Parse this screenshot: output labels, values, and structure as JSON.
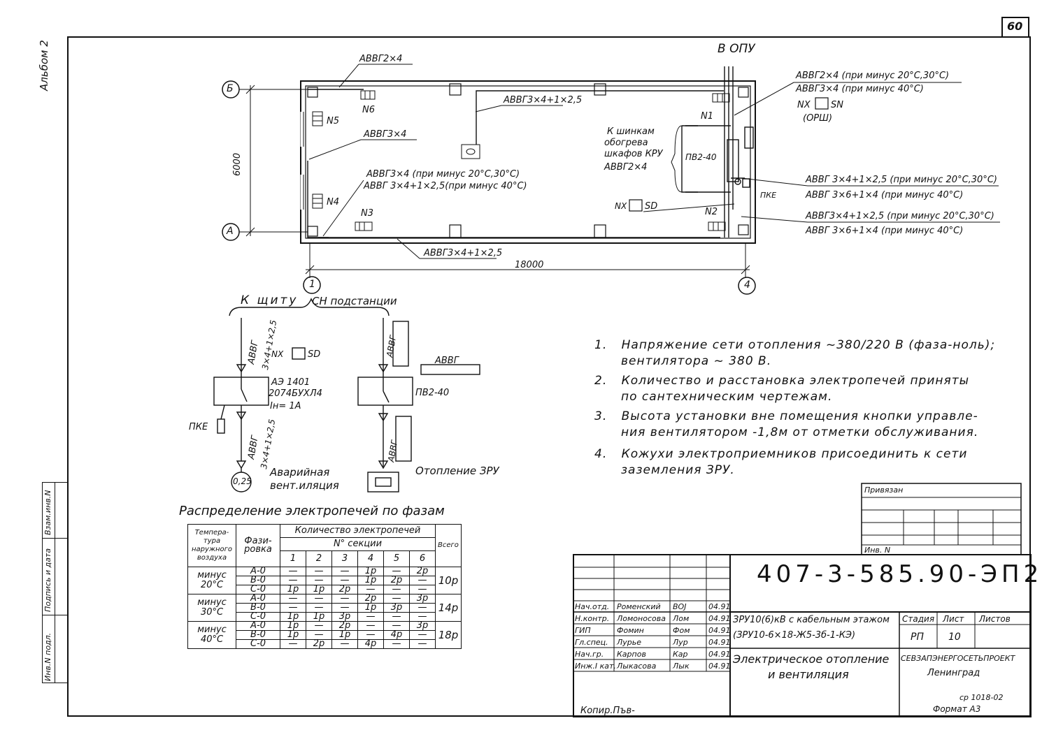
{
  "sheet_number": "60",
  "album_label": "Альбом 2",
  "top_label": "В ОПУ",
  "plan": {
    "axis_b": "Б",
    "axis_a": "А",
    "axis_1": "1",
    "axis_4": "4",
    "dim_height": "6000",
    "dim_width": "18000",
    "n1": "N1",
    "n2": "N2",
    "n3": "N3",
    "n4": "N4",
    "n5": "N5",
    "n6": "N6",
    "cable_top_left": "АВВГ2×4",
    "cable_center": "АВВГ3×4+1×2,5",
    "cable_left_mid": "АВВГ3×4",
    "cable_lower_1": "АВВГ3×4 (при минус 20°С,30°С)",
    "cable_lower_2": "АВВГ 3×4+1×2,5(при минус 40°С)",
    "cable_bottom": "АВВГ3×4+1×2,5",
    "heater_note_1": "К шинкам",
    "heater_note_2": "обогрева",
    "heater_note_3": "шкафов КРУ",
    "heater_note_4": "АВВГ2×4",
    "pv": "ПВ2-40",
    "nx_sd": "NX",
    "sd": "SD",
    "right_1a": "АВВГ2×4 (при минус 20°С,30°С)",
    "right_1b": "АВВГ3×4 (при минус 40°С)",
    "right_nx": "NX",
    "right_sn": "SN",
    "right_opsh": "(ОРШ)",
    "right_2a": "АВВГ 3×4+1×2,5 (при минус 20°С,30°С)",
    "right_2b": "АВВГ 3×6+1×4 (при минус 40°С)",
    "right_pke": "ПКЕ",
    "right_3a": "АВВГ3×4+1×2,5 (при минус 20°С,30°С)",
    "right_3b": "АВВГ 3×6+1×4 (при минус 40°С)"
  },
  "schematic": {
    "header_1": "К щиту",
    "header_2": "СН подстанции",
    "cable_a1": "АВВГ",
    "cable_a2": "3×4+1×2,5",
    "nx": "NX",
    "sd": "SD",
    "breaker_1": "АЭ 1401",
    "breaker_2": "2074БУХЛ4",
    "breaker_3": "Iн= 1А",
    "pke": "ПКЕ",
    "cable_b1": "АВВГ",
    "cable_b2": "3×4+1×2,5",
    "vent_1": "Аварийная",
    "vent_2": "вент.иляция",
    "motor": "0,25",
    "right_cable_top": "АВВГ",
    "right_box_label": "АВВГ",
    "pv": "ПВ2-40",
    "right_cable_bottom": "АВВГ",
    "heating": "Отопление ЗРУ"
  },
  "notes": [
    {
      "n": "1.",
      "l1": "Напряжение сети отопления ~380/220 В (фаза-ноль);",
      "l2": "вентилятора ~ 380 В."
    },
    {
      "n": "2.",
      "l1": "Количество и расстановка электропечей приняты",
      "l2": "по сантехническим чертежам."
    },
    {
      "n": "3.",
      "l1": "Высота установки вне помещения кнопки управле-",
      "l2": "ния вентилятором -1,8м от отметки обслуживания."
    },
    {
      "n": "4.",
      "l1": "Кожухи электроприемников присоединить к сети",
      "l2": "заземления ЗРУ."
    }
  ],
  "table": {
    "title": "Распределение электропечей по фазам",
    "h_temp": "Темпера-тура наружного воздуха",
    "h_phase": "Фази-ровка",
    "h_count": "Количество электропечей",
    "h_section": "N° секции",
    "h_total": "Всего",
    "sections": [
      "1",
      "2",
      "3",
      "4",
      "5",
      "6"
    ],
    "groups": [
      {
        "temp": "минус 20°С",
        "total": "10р",
        "rows": [
          {
            "phase": "А-0",
            "cells": [
              "—",
              "—",
              "—",
              "1р",
              "—",
              "2р"
            ]
          },
          {
            "phase": "В-0",
            "cells": [
              "—",
              "—",
              "—",
              "1р",
              "2р",
              "—"
            ]
          },
          {
            "phase": "С-0",
            "cells": [
              "1р",
              "1р",
              "2р",
              "—",
              "—",
              "—"
            ]
          }
        ]
      },
      {
        "temp": "минус 30°С",
        "total": "14р",
        "rows": [
          {
            "phase": "А-0",
            "cells": [
              "—",
              "—",
              "—",
              "2р",
              "—",
              "3р"
            ]
          },
          {
            "phase": "В-0",
            "cells": [
              "—",
              "—",
              "—",
              "1р",
              "3р",
              "—"
            ]
          },
          {
            "phase": "С-0",
            "cells": [
              "1р",
              "1р",
              "3р",
              "—",
              "—",
              "—"
            ]
          }
        ]
      },
      {
        "temp": "минус 40°С",
        "total": "18р",
        "rows": [
          {
            "phase": "А-0",
            "cells": [
              "1р",
              "—",
              "2р",
              "—",
              "—",
              "3р"
            ]
          },
          {
            "phase": "В-0",
            "cells": [
              "1р",
              "—",
              "1р",
              "—",
              "4р",
              "—"
            ]
          },
          {
            "phase": "С-0",
            "cells": [
              "—",
              "2р",
              "—",
              "4р",
              "—",
              "—"
            ]
          }
        ]
      }
    ]
  },
  "title_block": {
    "privyazan": "Привязан",
    "inv": "Инв. N",
    "doc_code": "407-3-585.90-ЭП2",
    "desc_1": "ЗРУ10(6)кВ с кабельным этажом",
    "desc_2": "(ЗРУ10-6×18-Ж5-3б-1-КЭ)",
    "title_1": "Электрическое отопление",
    "title_2": "и вентиляция",
    "stage_h": "Стадия",
    "sheet_h": "Лист",
    "sheets_h": "Листов",
    "stage": "РП",
    "sheet": "10",
    "org_1": "СЕВЗАПЭНЕРГОСЕТЬПРОЕКТ",
    "org_2": "Ленинград",
    "staff": [
      {
        "role": "Нач.отд.",
        "name": "Роменский",
        "sign": "ВОЈ",
        "date": "04.91"
      },
      {
        "role": "Н.контр.",
        "name": "Ломоносова",
        "sign": "Лом",
        "date": "04.91"
      },
      {
        "role": "ГИП",
        "name": "Фомин",
        "sign": "Фом",
        "date": "04.91"
      },
      {
        "role": "Гл.спец.",
        "name": "Лурье",
        "sign": "Лур",
        "date": "04.91"
      },
      {
        "role": "Нач.гр.",
        "name": "Карпов",
        "sign": "Кар",
        "date": "04.91"
      },
      {
        "role": "Инж.I кат.",
        "name": "Лыкасова",
        "sign": "Лык",
        "date": "04.91"
      }
    ],
    "side_1": "Инв.N подл.",
    "side_2": "Подпись и дата",
    "side_3": "Взам.инв.N"
  },
  "footer": {
    "copied": "Копир.Пъв-",
    "format": "Формат А3",
    "code": "ср 1018-02"
  }
}
